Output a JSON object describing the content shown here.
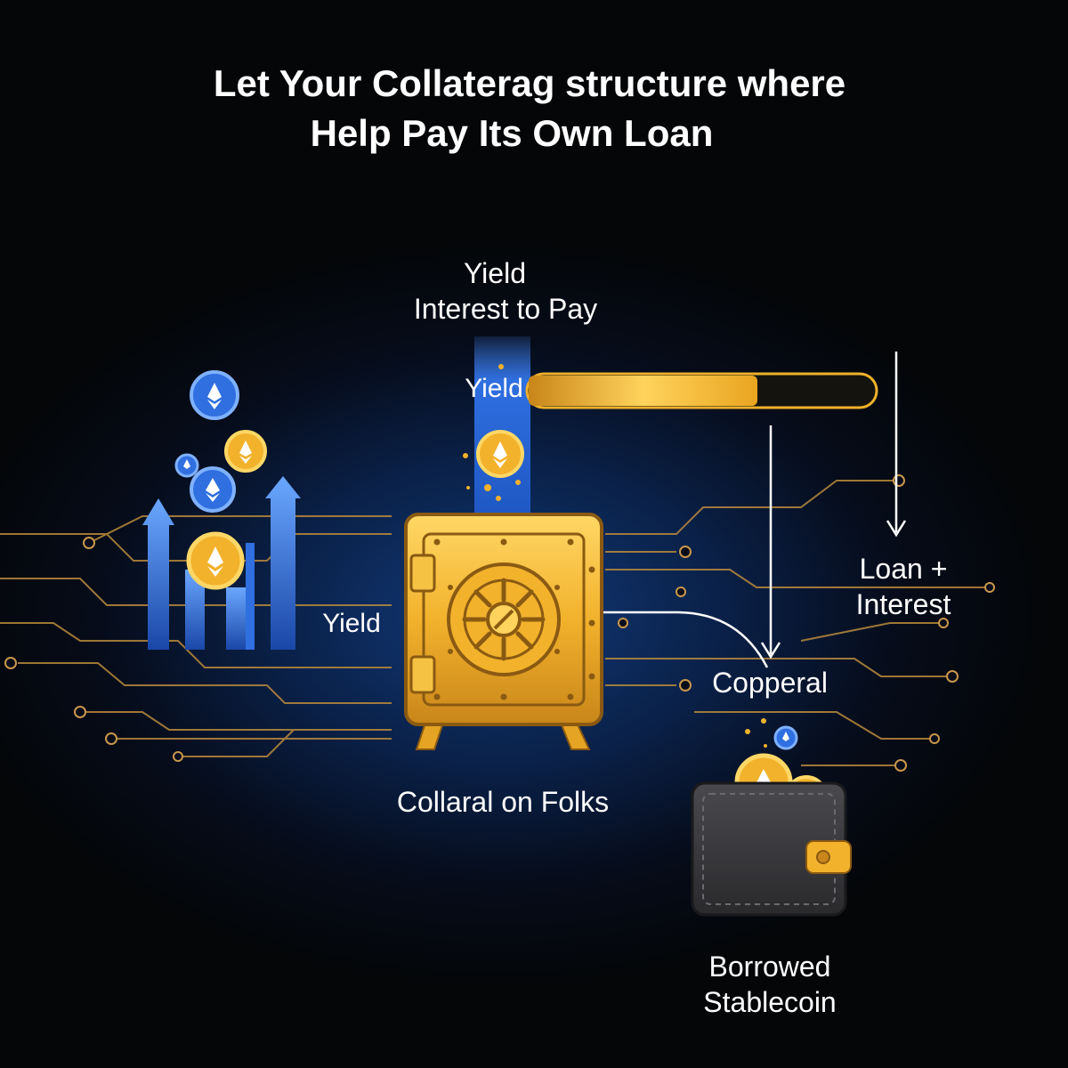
{
  "title": {
    "line1": "Let Your Collaterag structure where",
    "line2": "Help Pay Its Own Loan"
  },
  "labels": {
    "yield_top": "Yield",
    "interest_to_pay": "Interest to Pay",
    "yield_bar": "Yield",
    "yield_left": "Yield",
    "loan_interest_line1": "Loan +",
    "loan_interest_line2": "Interest",
    "copperal": "Copperal",
    "collateral_caption": "Collaral on Folks",
    "borrowed_line1": "Borrowed",
    "borrowed_line2": "Stablecoin"
  },
  "progress": {
    "yield_fill_fraction": 0.66
  },
  "colors": {
    "gold": "#f0b12a",
    "gold_dark": "#8a5a12",
    "blue": "#2f6fe0",
    "blue_light": "#5b9cff",
    "circuit": "#b98a3c",
    "wallet": "#3a3a3d"
  },
  "icons": [
    "ethereum-coin-icon",
    "vault-safe-icon",
    "wallet-icon",
    "arrow-up-icon",
    "arrow-down-icon"
  ]
}
